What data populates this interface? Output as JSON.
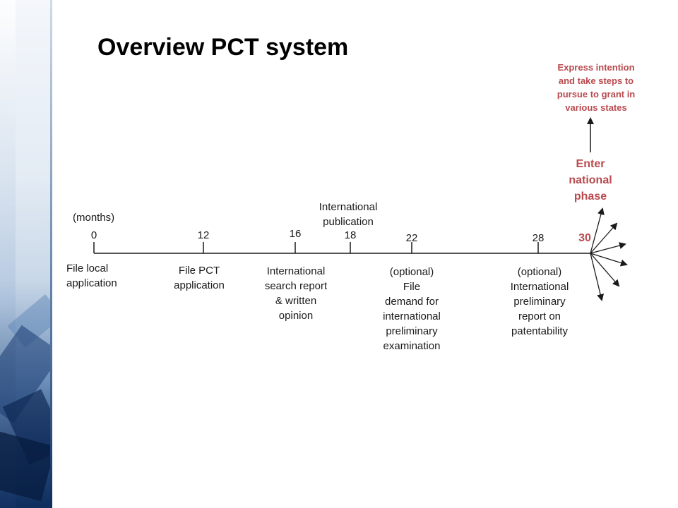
{
  "title": "Overview PCT system",
  "units_label": "(months)",
  "ticks": [
    {
      "value": "0"
    },
    {
      "value": "12"
    },
    {
      "value": "16"
    },
    {
      "value": "18"
    },
    {
      "value": "22"
    },
    {
      "value": "28"
    },
    {
      "value": "30"
    }
  ],
  "events_below": [
    {
      "lines": [
        "File local",
        "application"
      ]
    },
    {
      "lines": [
        "File PCT",
        "application"
      ]
    },
    {
      "lines": [
        "International",
        "search report",
        "& written",
        "opinion"
      ]
    },
    {
      "lines": [
        "(optional)",
        "File",
        "demand for",
        "international",
        "preliminary",
        "examination"
      ]
    },
    {
      "lines": [
        "(optional)",
        "International",
        "preliminary",
        "report on",
        "patentability"
      ]
    }
  ],
  "events_above": [
    {
      "lines": [
        "International",
        "publication"
      ]
    }
  ],
  "national_phase": {
    "lines": [
      "Enter",
      "national",
      "phase"
    ]
  },
  "express_note": {
    "lines": [
      "Express intention",
      "and take steps to",
      "pursue to grant in",
      "various states"
    ]
  },
  "colors": {
    "accent": "#b94a4e",
    "line": "#1a1a1a",
    "sidebar_dark": "#0d2d5c"
  }
}
